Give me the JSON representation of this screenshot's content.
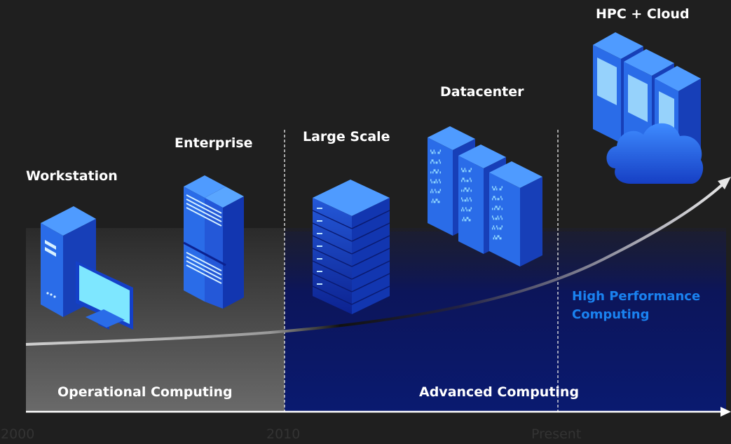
{
  "stages": [
    {
      "label": "Workstation",
      "icon": "workstation-icon"
    },
    {
      "label": "Enterprise",
      "icon": "enterprise-server-icon"
    },
    {
      "label": "Large Scale",
      "icon": "server-rack-icon"
    },
    {
      "label": "Datacenter",
      "icon": "datacenter-icon"
    },
    {
      "label": "HPC + Cloud",
      "icon": "hpc-cloud-icon"
    }
  ],
  "bands": {
    "operational": "Operational Computing",
    "advanced": "Advanced Computing"
  },
  "callout": {
    "line1": "High Performance",
    "line2": "Computing"
  },
  "timeline": {
    "ticks": [
      "2000",
      "2010",
      "Present"
    ]
  },
  "colors": {
    "background": "#1f1f1f",
    "advanced_band": "#0b1560",
    "hpc_text": "#1a82f0",
    "icon_blue": "#2d6fe0"
  }
}
